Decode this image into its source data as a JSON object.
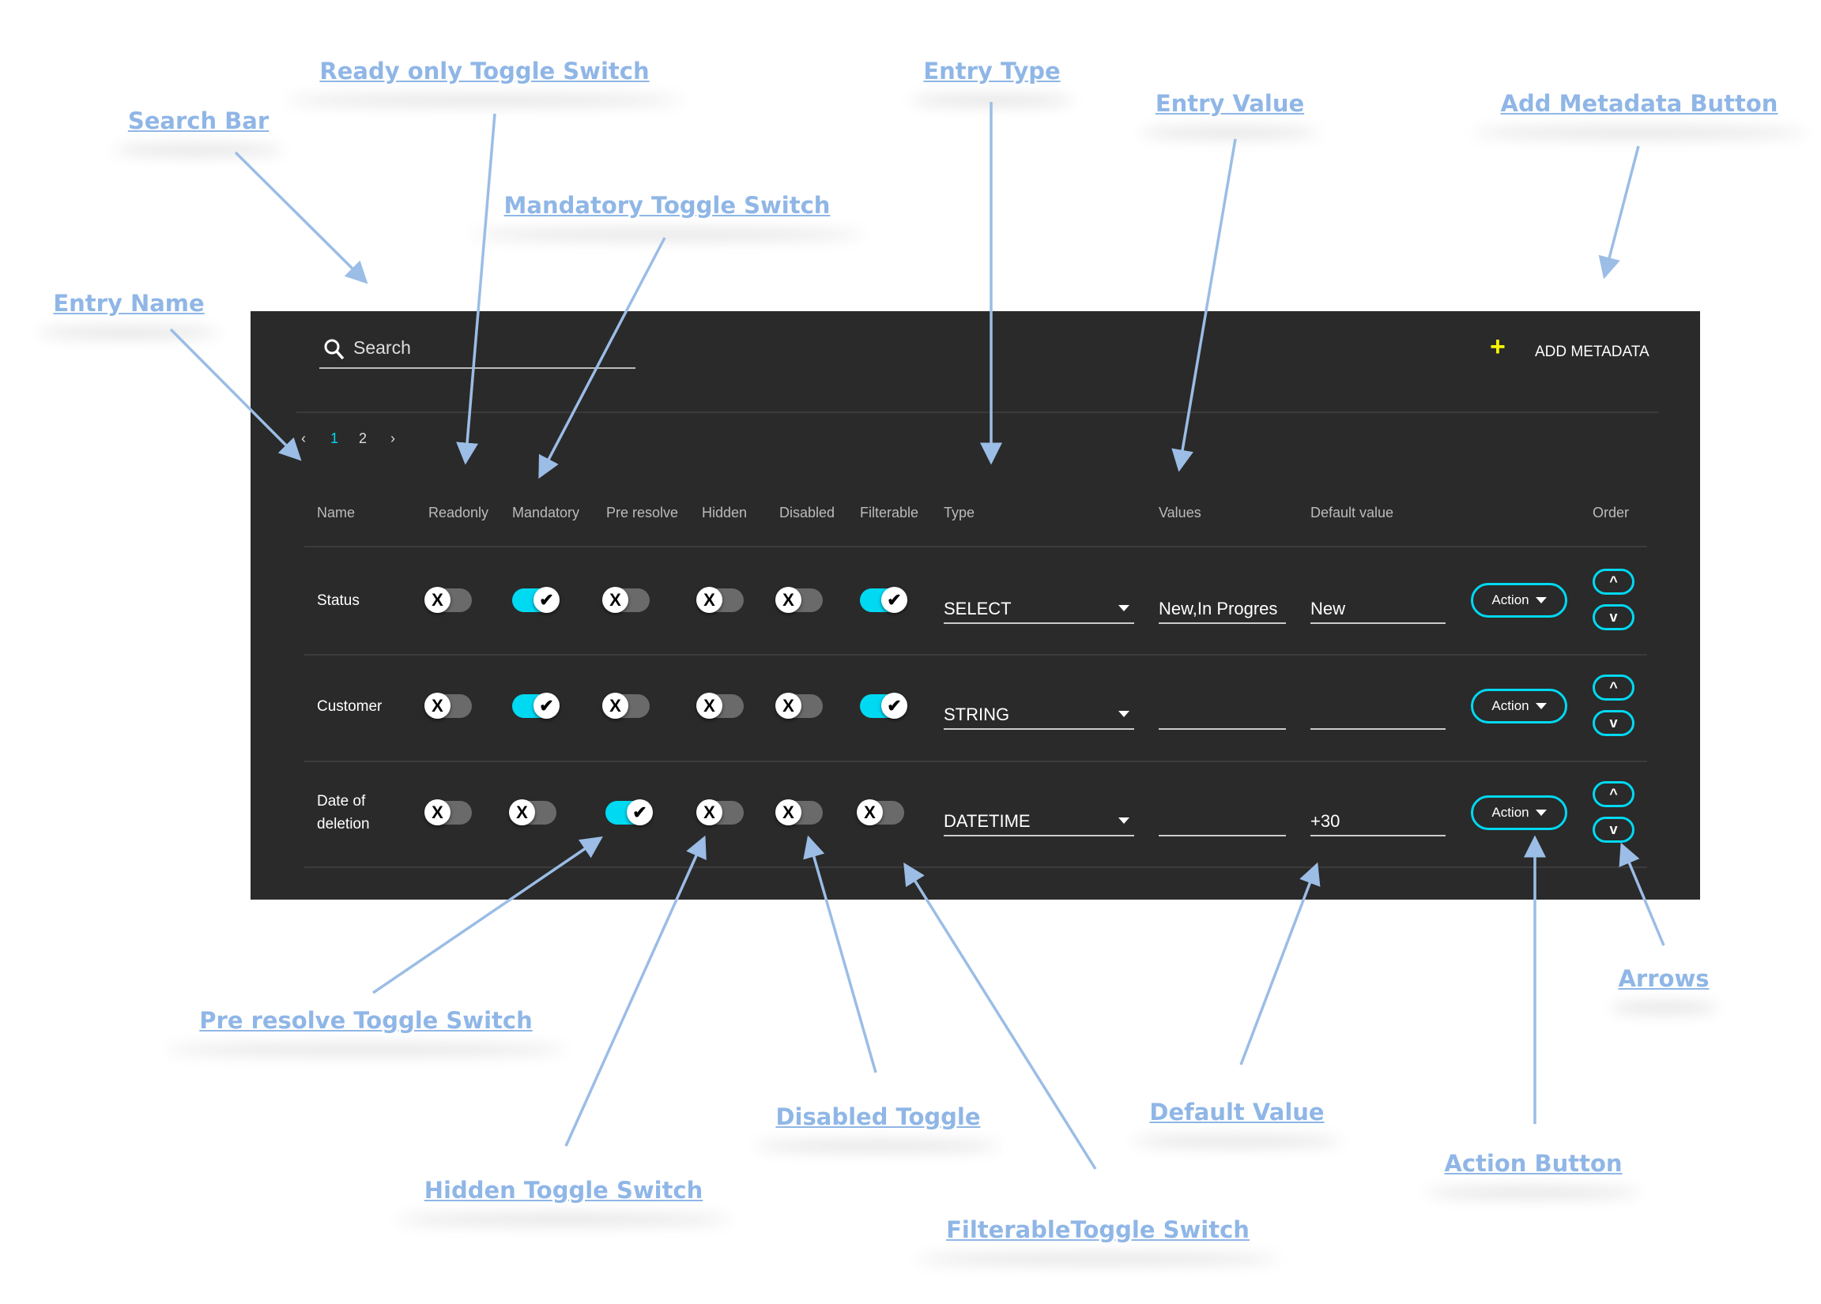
{
  "annotations": {
    "read_only_toggle": "Ready only Toggle Switch",
    "search_bar": "Search Bar",
    "entry_type": "Entry Type",
    "entry_value": "Entry Value",
    "add_metadata_button": "Add Metadata  Button",
    "mandatory_toggle": "Mandatory Toggle Switch",
    "entry_name": "Entry Name",
    "pre_resolve_toggle": "Pre resolve Toggle Switch",
    "arrows": "Arrows",
    "disabled_toggle": "Disabled Toggle",
    "default_value": "Default Value",
    "action_button": "Action Button",
    "hidden_toggle": "Hidden Toggle Switch",
    "filterable_toggle": "FilterableToggle Switch"
  },
  "colors": {
    "annotation": "#8fb6e6",
    "panel": "#2a2a2a",
    "accent": "#00d9f2",
    "add_icon": "#f5f500"
  },
  "search": {
    "placeholder": "Search",
    "icon": "search-icon"
  },
  "add_metadata": {
    "label": "ADD METADATA",
    "icon": "plus-icon"
  },
  "pagination": {
    "prev": "‹",
    "pages": [
      "1",
      "2"
    ],
    "current": "1",
    "next": "›"
  },
  "columns": {
    "name": "Name",
    "readonly": "Readonly",
    "mandatory": "Mandatory",
    "pre_resolve": "Pre resolve",
    "hidden": "Hidden",
    "disabled": "Disabled",
    "filterable": "Filterable",
    "type": "Type",
    "values": "Values",
    "default_value": "Default value",
    "order": "Order"
  },
  "rows": [
    {
      "name": "Status",
      "readonly": false,
      "mandatory": true,
      "pre_resolve": false,
      "hidden": false,
      "disabled": false,
      "filterable": true,
      "type": "SELECT",
      "values": "New,In Progres",
      "default_value": "New",
      "action": "Action",
      "up": "^",
      "down": "v"
    },
    {
      "name": "Customer",
      "readonly": false,
      "mandatory": true,
      "pre_resolve": false,
      "hidden": false,
      "disabled": false,
      "filterable": true,
      "type": "STRING",
      "values": "",
      "default_value": "",
      "action": "Action",
      "up": "^",
      "down": "v"
    },
    {
      "name": "Date of deletion",
      "readonly": false,
      "mandatory": false,
      "pre_resolve": true,
      "hidden": false,
      "disabled": false,
      "filterable": false,
      "type": "DATETIME",
      "values": "",
      "default_value": "+30",
      "action": "Action",
      "up": "^",
      "down": "v"
    }
  ],
  "toggle_glyphs": {
    "on": "✔",
    "off": "X"
  }
}
